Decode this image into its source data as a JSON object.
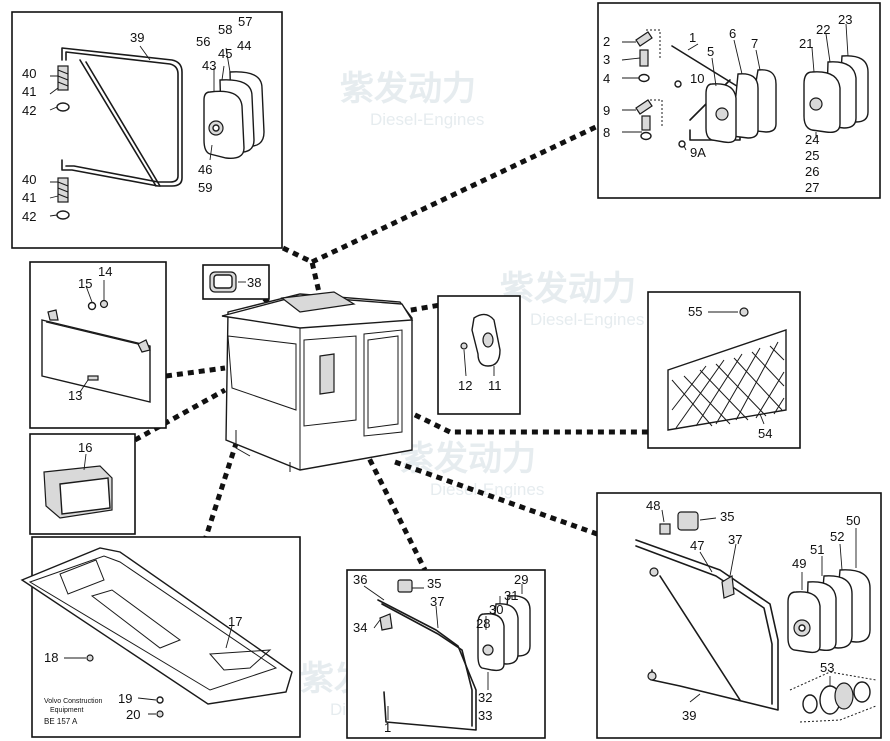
{
  "diagram": {
    "part_numbers": [
      "1",
      "2",
      "3",
      "4",
      "5",
      "6",
      "7",
      "8",
      "9",
      "9A",
      "10",
      "11",
      "12",
      "13",
      "14",
      "15",
      "16",
      "17",
      "18",
      "19",
      "20",
      "21",
      "22",
      "23",
      "24",
      "25",
      "26",
      "27",
      "28",
      "29",
      "30",
      "31",
      "32",
      "33",
      "34",
      "35",
      "36",
      "37",
      "38",
      "39",
      "40",
      "41",
      "42",
      "43",
      "44",
      "45",
      "46",
      "47",
      "48",
      "49",
      "50",
      "51",
      "52",
      "53",
      "54",
      "55",
      "56",
      "57",
      "58",
      "59"
    ],
    "watermark": {
      "brand_cn": "紫发动力",
      "brand_en": "Diesel-Engines"
    },
    "footer": {
      "company_line1": "Volvo Construction",
      "company_line2": "Equipment",
      "code": "BE 157 A"
    }
  },
  "labels": {
    "p1": {
      "n39": "39",
      "n40a": "40",
      "n41a": "41",
      "n42a": "42",
      "n40b": "40",
      "n41b": "41",
      "n42b": "42",
      "n43": "43",
      "n44": "44",
      "n45": "45",
      "n46": "46",
      "n56": "56",
      "n57": "57",
      "n58": "58",
      "n59": "59"
    },
    "p2": {
      "n1": "1",
      "n2": "2",
      "n3": "3",
      "n4": "4",
      "n5": "5",
      "n6": "6",
      "n7": "7",
      "n8": "8",
      "n9": "9",
      "n9a": "9A",
      "n10": "10",
      "n21": "21",
      "n22": "22",
      "n23": "23",
      "n24": "24",
      "n25": "25",
      "n26": "26",
      "n27": "27"
    },
    "p3": {
      "n13": "13",
      "n14": "14",
      "n15": "15"
    },
    "p4": {
      "n16": "16"
    },
    "p5": {
      "n38": "38"
    },
    "p6": {
      "n11": "11",
      "n12": "12"
    },
    "p7": {
      "n54": "54",
      "n55": "55"
    },
    "p8": {
      "n17": "17",
      "n18": "18",
      "n19": "19",
      "n20": "20"
    },
    "p9": {
      "n1": "1",
      "n28": "28",
      "n29": "29",
      "n30": "30",
      "n31": "31",
      "n32": "32",
      "n33": "33",
      "n34": "34",
      "n35": "35",
      "n36": "36",
      "n37": "37"
    },
    "p10": {
      "n35": "35",
      "n37": "37",
      "n39": "39",
      "n47": "47",
      "n48": "48",
      "n49": "49",
      "n50": "50",
      "n51": "51",
      "n52": "52",
      "n53": "53"
    }
  }
}
